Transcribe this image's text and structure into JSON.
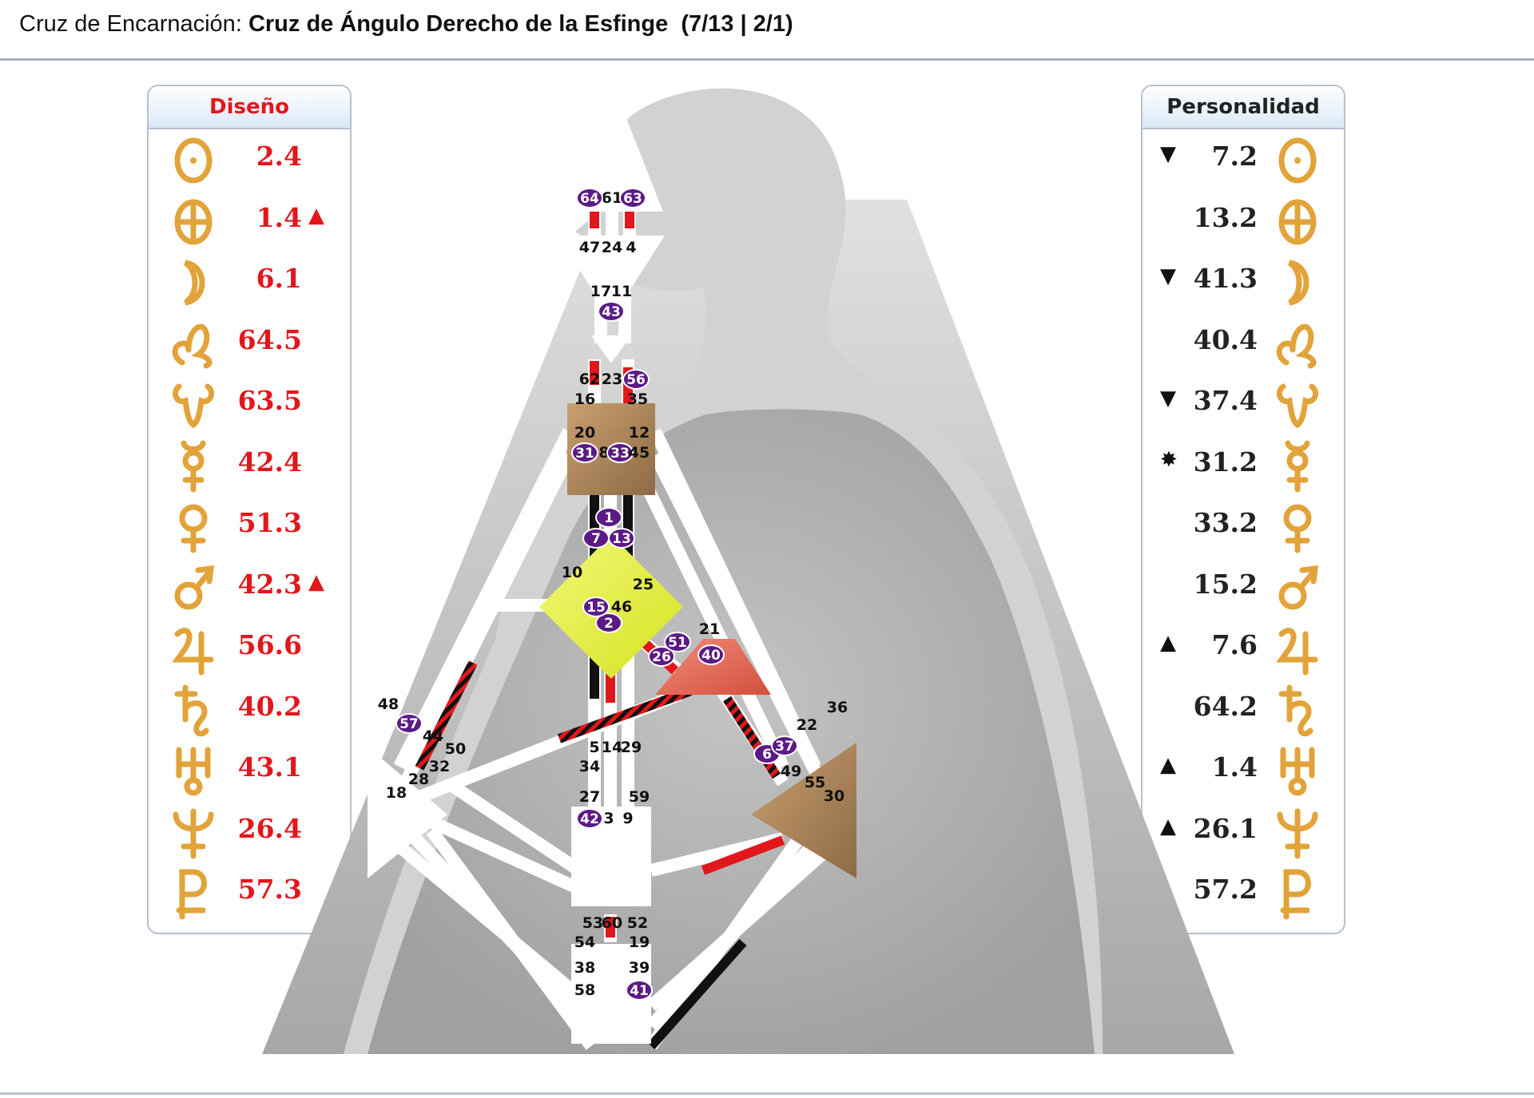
{
  "header": {
    "label": "Cruz de Encarnación:",
    "cross": "Cruz de Ángulo Derecho de la Esfinge",
    "profile": "(7/13 | 2/1)"
  },
  "design": {
    "title": "Diseño",
    "color": "#e2171b",
    "rows": [
      {
        "planet": "sun-icon",
        "value": "2.4",
        "arrow": ""
      },
      {
        "planet": "earth-icon",
        "value": "1.4",
        "arrow": "▲"
      },
      {
        "planet": "moon-icon",
        "value": "6.1",
        "arrow": ""
      },
      {
        "planet": "north-node-icon",
        "value": "64.5",
        "arrow": ""
      },
      {
        "planet": "south-node-icon",
        "value": "63.5",
        "arrow": ""
      },
      {
        "planet": "mercury-icon",
        "value": "42.4",
        "arrow": ""
      },
      {
        "planet": "venus-icon",
        "value": "51.3",
        "arrow": ""
      },
      {
        "planet": "mars-icon",
        "value": "42.3",
        "arrow": "▲"
      },
      {
        "planet": "jupiter-icon",
        "value": "56.6",
        "arrow": ""
      },
      {
        "planet": "saturn-icon",
        "value": "40.2",
        "arrow": ""
      },
      {
        "planet": "uranus-icon",
        "value": "43.1",
        "arrow": ""
      },
      {
        "planet": "neptune-icon",
        "value": "26.4",
        "arrow": ""
      },
      {
        "planet": "pluto-icon",
        "value": "57.3",
        "arrow": ""
      }
    ]
  },
  "personality": {
    "title": "Personalidad",
    "color": "#222222",
    "rows": [
      {
        "planet": "sun-icon",
        "value": "7.2",
        "arrow": "▼"
      },
      {
        "planet": "earth-icon",
        "value": "13.2",
        "arrow": ""
      },
      {
        "planet": "moon-icon",
        "value": "41.3",
        "arrow": "▼"
      },
      {
        "planet": "north-node-icon",
        "value": "40.4",
        "arrow": ""
      },
      {
        "planet": "south-node-icon",
        "value": "37.4",
        "arrow": "▼"
      },
      {
        "planet": "mercury-icon",
        "value": "31.2",
        "arrow": "✸"
      },
      {
        "planet": "venus-icon",
        "value": "33.2",
        "arrow": ""
      },
      {
        "planet": "mars-icon",
        "value": "15.2",
        "arrow": ""
      },
      {
        "planet": "jupiter-icon",
        "value": "7.6",
        "arrow": "▲"
      },
      {
        "planet": "saturn-icon",
        "value": "64.2",
        "arrow": ""
      },
      {
        "planet": "uranus-icon",
        "value": "1.4",
        "arrow": "▲"
      },
      {
        "planet": "neptune-icon",
        "value": "26.1",
        "arrow": "▲"
      },
      {
        "planet": "pluto-icon",
        "value": "57.2",
        "arrow": ""
      }
    ]
  },
  "colors": {
    "glyph_gold": "#e2a33a",
    "active_gate": "#5b1a86",
    "design_channel": "#e2171b",
    "personality_channel": "#111111",
    "motor_brown": "#b0875a",
    "g_center_yellow": "#e4ef3a",
    "ego_red": "#e56a58"
  },
  "bodygraph": {
    "gates": {
      "64": {
        "num": "64",
        "active": true
      },
      "61": {
        "num": "61",
        "active": false
      },
      "63": {
        "num": "63",
        "active": true
      },
      "47": {
        "num": "47",
        "active": false
      },
      "24": {
        "num": "24",
        "active": false
      },
      "4": {
        "num": "4",
        "active": false
      },
      "17": {
        "num": "17",
        "active": false
      },
      "11": {
        "num": "11",
        "active": false
      },
      "43": {
        "num": "43",
        "active": true
      },
      "62": {
        "num": "62",
        "active": false
      },
      "23": {
        "num": "23",
        "active": false
      },
      "56": {
        "num": "56",
        "active": true
      },
      "16": {
        "num": "16",
        "active": false
      },
      "35": {
        "num": "35",
        "active": false
      },
      "20": {
        "num": "20",
        "active": false
      },
      "12": {
        "num": "12",
        "active": false
      },
      "31": {
        "num": "31",
        "active": true
      },
      "8": {
        "num": "8",
        "active": false
      },
      "33": {
        "num": "33",
        "active": true
      },
      "45": {
        "num": "45",
        "active": false
      },
      "1": {
        "num": "1",
        "active": true
      },
      "7": {
        "num": "7",
        "active": true
      },
      "13": {
        "num": "13",
        "active": true
      },
      "10": {
        "num": "10",
        "active": false
      },
      "25": {
        "num": "25",
        "active": false
      },
      "15": {
        "num": "15",
        "active": true
      },
      "46": {
        "num": "46",
        "active": false
      },
      "2": {
        "num": "2",
        "active": true
      },
      "21": {
        "num": "21",
        "active": false
      },
      "51": {
        "num": "51",
        "active": true
      },
      "26": {
        "num": "26",
        "active": true
      },
      "40": {
        "num": "40",
        "active": true
      },
      "48": {
        "num": "48",
        "active": false
      },
      "57": {
        "num": "57",
        "active": true
      },
      "44": {
        "num": "44",
        "active": false
      },
      "50": {
        "num": "50",
        "active": false
      },
      "32": {
        "num": "32",
        "active": false
      },
      "28": {
        "num": "28",
        "active": false
      },
      "18": {
        "num": "18",
        "active": false
      },
      "36": {
        "num": "36",
        "active": false
      },
      "22": {
        "num": "22",
        "active": false
      },
      "37": {
        "num": "37",
        "active": true
      },
      "6": {
        "num": "6",
        "active": true
      },
      "49": {
        "num": "49",
        "active": false
      },
      "55": {
        "num": "55",
        "active": false
      },
      "30": {
        "num": "30",
        "active": false
      },
      "5": {
        "num": "5",
        "active": false
      },
      "14": {
        "num": "14",
        "active": false
      },
      "29": {
        "num": "29",
        "active": false
      },
      "34": {
        "num": "34",
        "active": false
      },
      "27": {
        "num": "27",
        "active": false
      },
      "59": {
        "num": "59",
        "active": false
      },
      "42": {
        "num": "42",
        "active": true
      },
      "3": {
        "num": "3",
        "active": false
      },
      "9": {
        "num": "9",
        "active": false
      },
      "53": {
        "num": "53",
        "active": false
      },
      "60": {
        "num": "60",
        "active": false
      },
      "52": {
        "num": "52",
        "active": false
      },
      "54": {
        "num": "54",
        "active": false
      },
      "19": {
        "num": "19",
        "active": false
      },
      "38": {
        "num": "38",
        "active": false
      },
      "39": {
        "num": "39",
        "active": false
      },
      "58": {
        "num": "58",
        "active": false
      },
      "41": {
        "num": "41",
        "active": true
      }
    }
  }
}
